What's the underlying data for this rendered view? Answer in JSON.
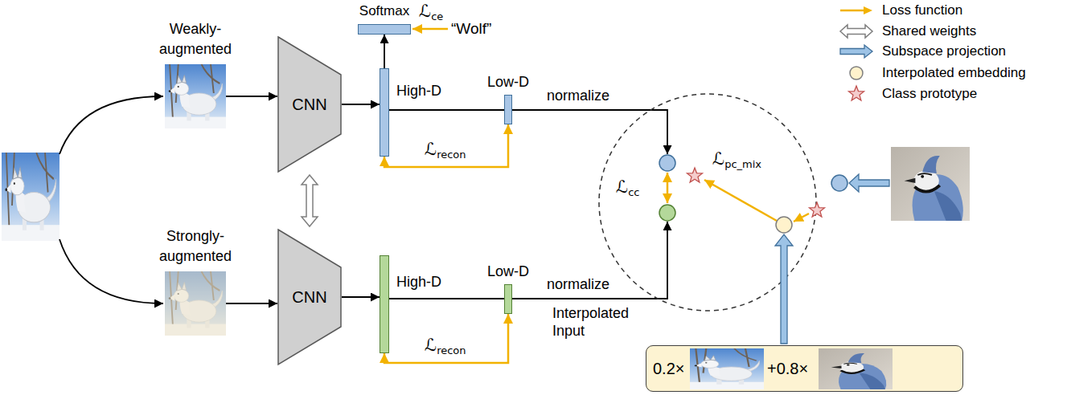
{
  "diagram": {
    "nodes": [
      {
        "text": [
          "Weakly- augmented"
        ]
      },
      {
        "text": [
          "Strongly- augmented"
        ]
      },
      {
        "text": [
          "CNN"
        ]
      },
      {
        "text": [
          "CNN"
        ]
      },
      {
        "text": [
          "Softmax"
        ]
      },
      {
        "text": [
          "High-D"
        ]
      },
      {
        "text": [
          "Low-D"
        ]
      },
      {
        "text": [
          "High-D"
        ]
      },
      {
        "text": [
          "Low-D"
        ]
      },
      {
        "text": [
          "Interpolated Input",
          "0.2×",
          "+0.8×"
        ]
      }
    ],
    "edges": [
      {
        "from": 0,
        "to": 2,
        "arrow": "to"
      },
      {
        "from": 1,
        "to": 3,
        "arrow": "to"
      },
      {
        "from": 2,
        "to": 3,
        "arrow": "both"
      },
      {
        "from": 2,
        "to": 5,
        "arrow": "to"
      },
      {
        "from": 3,
        "to": 7,
        "arrow": "to"
      },
      {
        "from": 5,
        "to": 4,
        "arrow": "to"
      },
      {
        "from": 5,
        "to": 6,
        "arrow": "none"
      },
      {
        "from": 5,
        "to": 6,
        "label": "ℒrecon",
        "arrow": "both"
      },
      {
        "from": 7,
        "to": 8,
        "arrow": "none"
      },
      {
        "from": 7,
        "to": 8,
        "label": "ℒrecon",
        "arrow": "both"
      }
    ],
    "labels": [
      "ℒce",
      "“Wolf”",
      "normalize",
      "normalize",
      "ℒcc",
      "ℒpc_mix"
    ],
    "legend": [
      {
        "text": "Loss function"
      },
      {
        "text": "Shared weights"
      },
      {
        "text": "Subspace projection"
      },
      {
        "text": "Interpolated embedding",
        "color": "#fff2cc"
      },
      {
        "text": "Class prototype",
        "color": "#f4cccc"
      }
    ]
  }
}
